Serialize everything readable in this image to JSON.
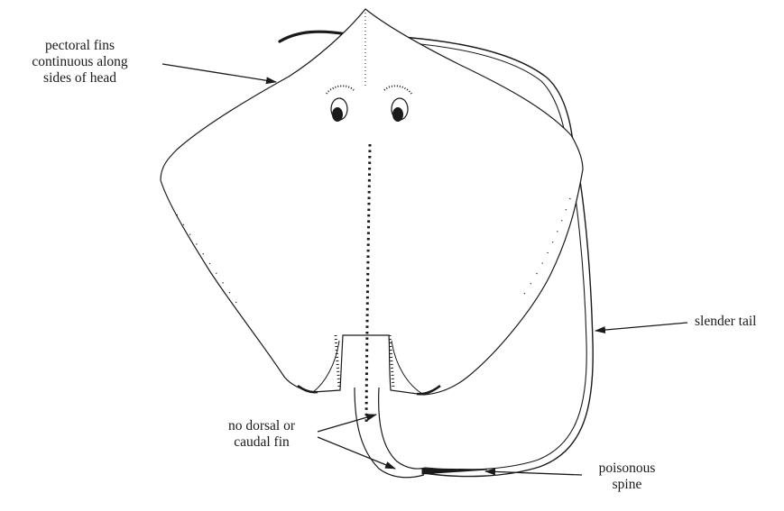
{
  "labels": {
    "pectoral_fins": [
      "pectoral fins",
      "continuous along",
      "sides of head"
    ],
    "slender_tail": "slender tail",
    "no_fin": [
      "no dorsal or",
      "caudal fin"
    ],
    "poisonous_spine": [
      "poisonous",
      "spine"
    ]
  },
  "colors": {
    "ink": "#1a1a1a",
    "background": "#ffffff"
  }
}
